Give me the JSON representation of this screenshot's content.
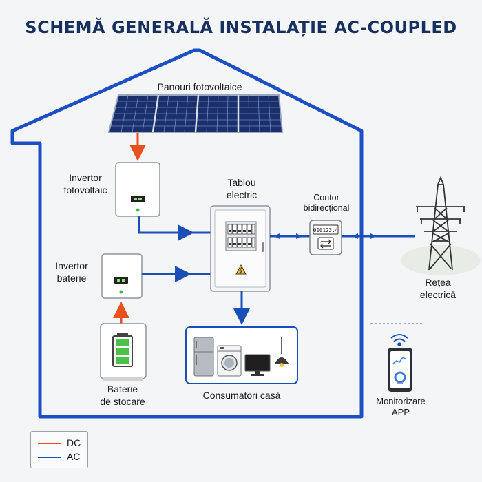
{
  "title": "SCHEMĂ GENERALĂ INSTALAȚIE AC-COUPLED",
  "nodes": {
    "panels": "Panouri fotovoltaice",
    "pv_inverter": [
      "Invertor",
      "fotovoltaic"
    ],
    "battery_inverter": [
      "Invertor",
      "baterie"
    ],
    "battery": [
      "Baterie",
      "de stocare"
    ],
    "panel_board": [
      "Tablou",
      "electric"
    ],
    "meter": [
      "Contor",
      "bidirecțional"
    ],
    "meter_display": "000123.4",
    "grid": [
      "Rețea",
      "electrică"
    ],
    "consumers": "Consumatori casă",
    "app": [
      "Monitorizare",
      "APP"
    ]
  },
  "legend": {
    "dc": "DC",
    "ac": "AC"
  },
  "colors": {
    "dc": "#e8501e",
    "ac": "#1b4fb8",
    "house": "#1d4fc4",
    "title": "#17305e"
  }
}
